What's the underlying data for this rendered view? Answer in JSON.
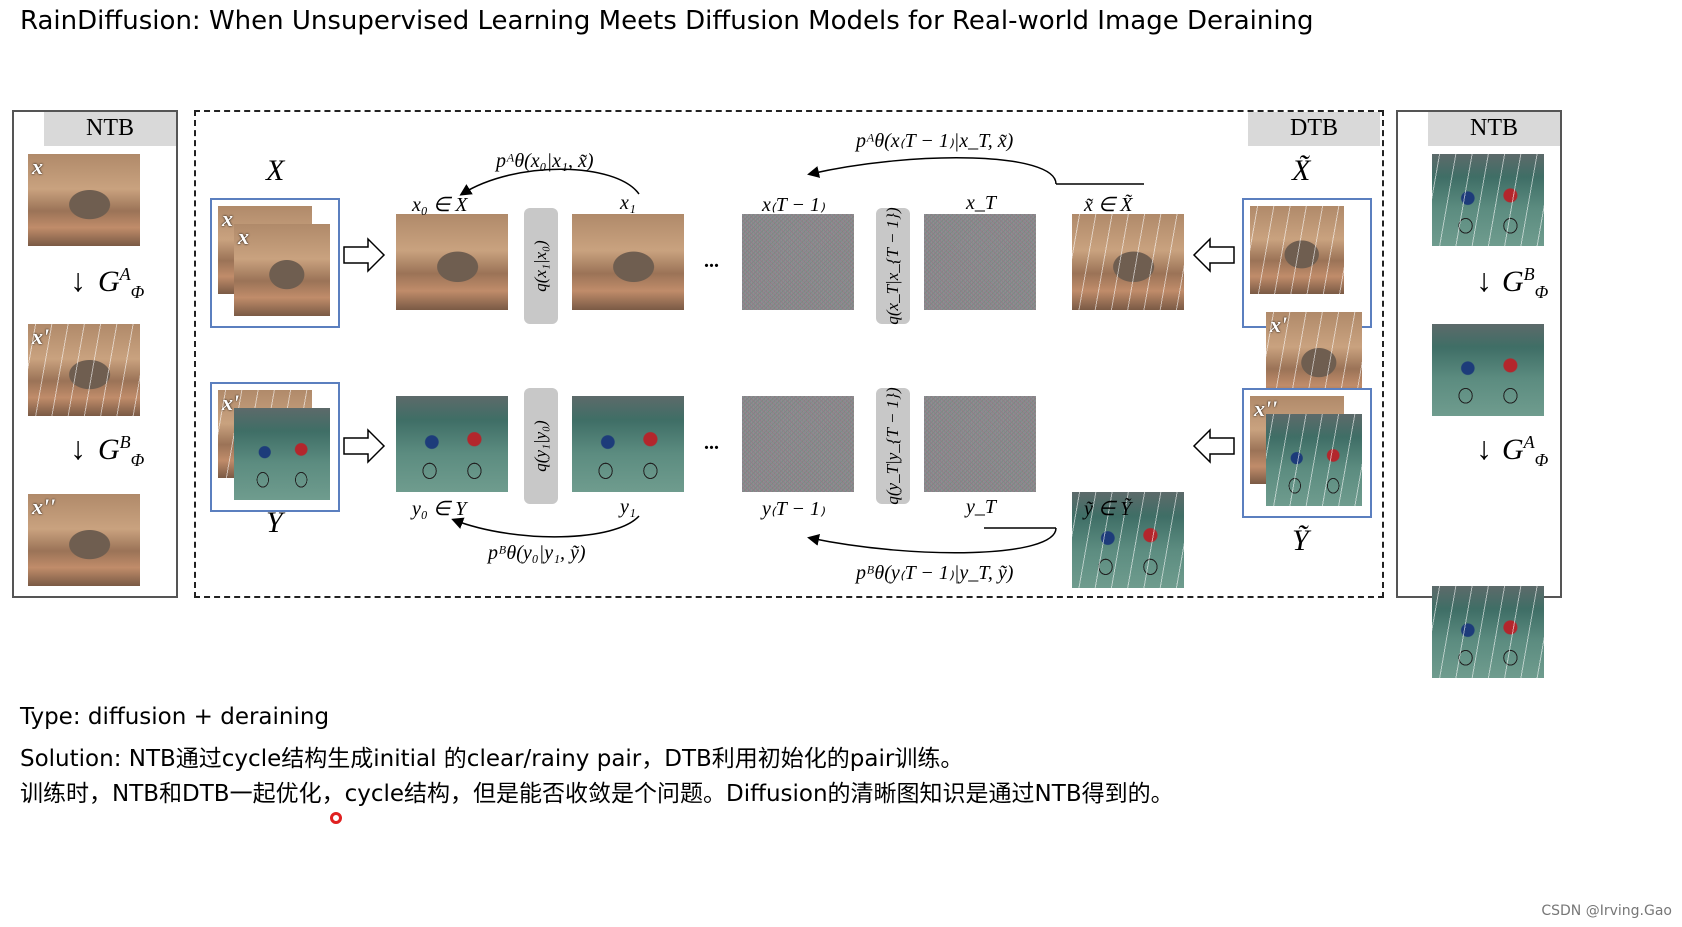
{
  "page_title": "RainDiffusion: When Unsupervised Learning Meets Diffusion Models for Real-world Image Deraining",
  "figure": {
    "ntb_left": {
      "header": "NTB",
      "top_tag": "x",
      "mid_tag": "x'",
      "bottom_tag": "x''",
      "gen_top": "G",
      "gen_top_sup": "A",
      "gen_top_sub": "Φ",
      "gen_bottom": "G",
      "gen_bottom_sup": "B",
      "gen_bottom_sub": "Φ"
    },
    "ntb_right": {
      "header": "NTB",
      "gen_top": "G",
      "gen_top_sup": "B",
      "gen_top_sub": "Φ",
      "gen_bottom": "G",
      "gen_bottom_sup": "A",
      "gen_bottom_sub": "Φ"
    },
    "dtb": {
      "header": "DTB",
      "X_label": "X",
      "Y_label": "Y",
      "Xt_label": "X̃",
      "Yt_label": "Ỹ",
      "tag_x": "x",
      "tag_xp": "x'",
      "tag_yp": "x'",
      "tag_xpp": "x''",
      "row1": {
        "x0": "x₀ ∈ X",
        "x1": "x₁",
        "xT1": "x₍T − 1₎",
        "xT": "x_T",
        "xtilde": "x̃ ∈ X̃",
        "q1": "q(x₁|x₀)",
        "q2": "q(x_T|x_{T − 1})",
        "p1": "pᴬθ(x₀|x₁, x̃)",
        "p2": "pᴬθ(x₍T − 1₎|x_T, x̃)"
      },
      "row2": {
        "y0": "y₀ ∈ Y",
        "y1": "y₁",
        "yT1": "y₍T − 1₎",
        "yT": "y_T",
        "ytilde": "ỹ ∈ Ỹ",
        "q1": "q(y₁|y₀)",
        "q2": "q(y_T|y_{T − 1})",
        "p1": "pᴮθ(y₀|y₁, ỹ)",
        "p2": "pᴮθ(y₍T − 1₎|y_T, ỹ)"
      },
      "dots": "..."
    }
  },
  "notes": {
    "type": "Type: diffusion + deraining",
    "solution": "Solution: NTB通过cycle结构生成initial 的clear/rainy pair，DTB利用初始化的pair训练。",
    "remark": "训练时，NTB和DTB一起优化，cycle结构，但是能否收敛是个问题。Diffusion的清晰图知识是通过NTB得到的。"
  },
  "watermark": "CSDN @Irving.Gao"
}
